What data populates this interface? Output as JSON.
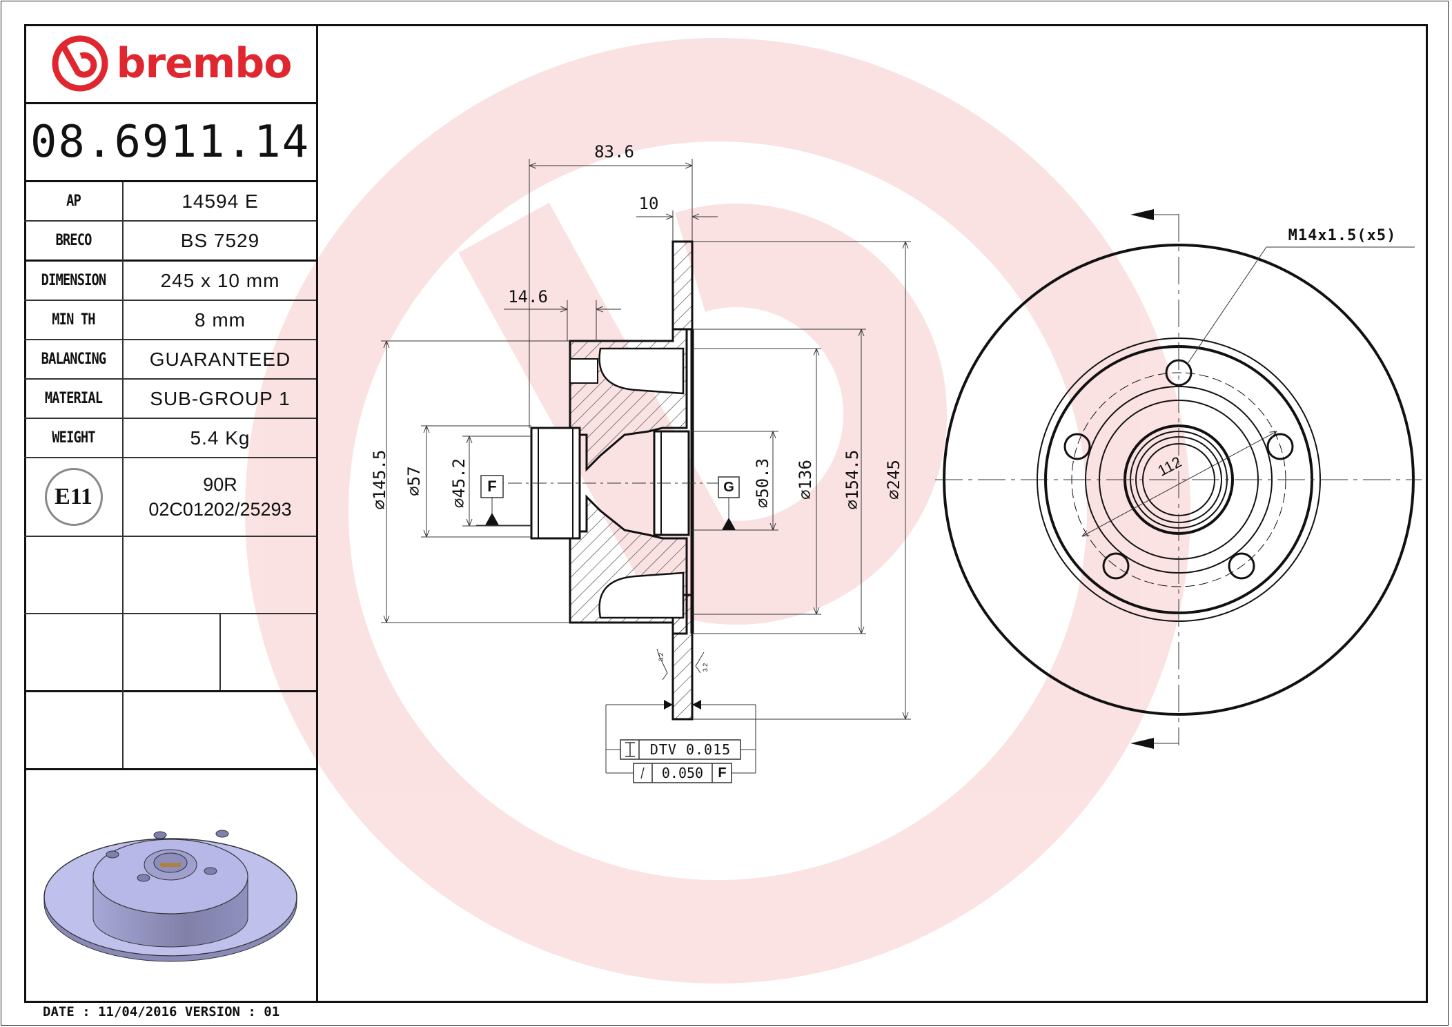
{
  "brand": {
    "name": "brembo",
    "color": "#e0262f"
  },
  "part_number": "08.6911.14",
  "specs": [
    {
      "label": "AP",
      "value": "14594 E"
    },
    {
      "label": "BRECO",
      "value": "BS 7529"
    },
    {
      "label": "DIMENSION",
      "value": "245 x 10 mm"
    },
    {
      "label": "MIN TH",
      "value": "8 mm"
    },
    {
      "label": "BALANCING",
      "value": "GUARANTEED"
    },
    {
      "label": "MATERIAL",
      "value": "SUB-GROUP 1"
    },
    {
      "label": "WEIGHT",
      "value": "5.4 Kg"
    }
  ],
  "homologation": {
    "mark": "E11",
    "regulation": "90R",
    "approval": "02C01202/25293"
  },
  "footer": {
    "date_label": "DATE : 11/04/2016 VERSION : 01"
  },
  "drawing": {
    "section_view": {
      "dim_overall_width": "83.6",
      "dim_disc_thickness": "10",
      "dim_hub_offset": "14.6",
      "dia_145_5": "145.5",
      "dia_57": "57",
      "dia_45_2": "45.2",
      "dia_50_3": "50.3",
      "dia_136": "136",
      "dia_154_5": "154.5",
      "dia_245": "245",
      "datum_f": "F",
      "datum_g": "G",
      "roughness_left": "3.2",
      "roughness_right": "3.2",
      "tolerance_dtv": "DTV 0.015",
      "tolerance_runout_value": "0.050",
      "tolerance_runout_datum": "F"
    },
    "front_view": {
      "thread_callout": "M14x1.5(x5)",
      "pcd": "112"
    }
  },
  "diameter_symbol": "⌀"
}
